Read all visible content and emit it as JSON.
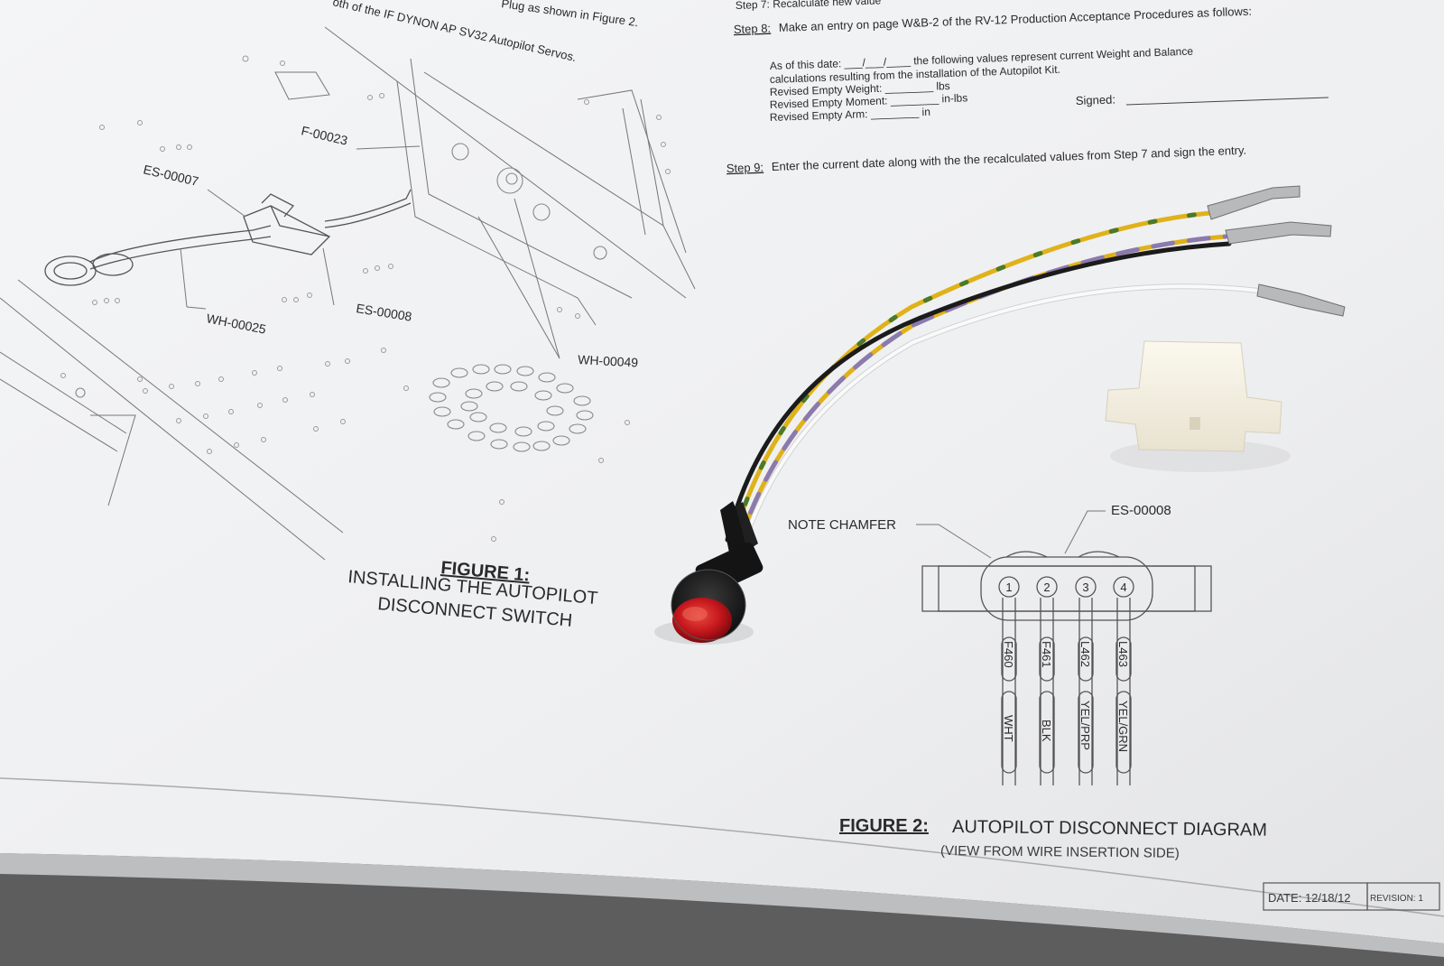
{
  "top_left_text": "Plug as shown in Figure 2.",
  "top_left_title": "oth of the IF DYNON AP SV32 Autopilot Servos.",
  "figure1": {
    "labels": {
      "f00023": "F-00023",
      "es00007": "ES-00007",
      "es00008": "ES-00008",
      "wh00025": "WH-00025",
      "wh00049": "WH-00049"
    },
    "caption_title": "FIGURE 1:",
    "caption_line1": "INSTALLING THE AUTOPILOT",
    "caption_line2": "DISCONNECT SWITCH"
  },
  "steps": {
    "step7": "Step 7: Recalculate new value",
    "step8_label": "Step 8:",
    "step8_text": "Make an entry on page W&B-2 of the RV-12 Production Acceptance Procedures as follows:",
    "asof_line": "As of this date: ___/___/____ the following values represent current Weight and Balance",
    "calc_line": "calculations resulting from the installation of the Autopilot Kit.",
    "weight": "Revised Empty Weight: ________ lbs",
    "moment": "Revised Empty Moment: ________ in-lbs",
    "arm": "Revised Empty Arm: ________ in",
    "signed": "Signed:",
    "step9_label": "Step 9:",
    "step9_text": "Enter the current date along with the the recalculated values from Step 7 and sign the entry."
  },
  "figure2": {
    "note_chamfer": "NOTE CHAMFER",
    "connector_label": "ES-00008",
    "pins": [
      "1",
      "2",
      "3",
      "4"
    ],
    "wires": [
      {
        "id": "F460",
        "color": "WHT"
      },
      {
        "id": "F461",
        "color": "BLK"
      },
      {
        "id": "L462",
        "color": "YEL/PRP"
      },
      {
        "id": "L463",
        "color": "YEL/GRN"
      }
    ],
    "caption_title": "FIGURE 2:",
    "caption_text": "AUTOPILOT DISCONNECT DIAGRAM",
    "caption_sub": "(VIEW FROM WIRE INSERTION SIDE)"
  },
  "title_block": {
    "date": "DATE: 12/18/12",
    "revision": "REVISION: 1"
  },
  "colors": {
    "paper": "#f2f3f4",
    "button_red": "#c4161c",
    "wire_yellow": "#e0b21a",
    "wire_purple": "#8a7ab0",
    "wire_green": "#4a7a2a",
    "wire_black": "#1b1b1b",
    "wire_white": "#f4f4f4"
  }
}
